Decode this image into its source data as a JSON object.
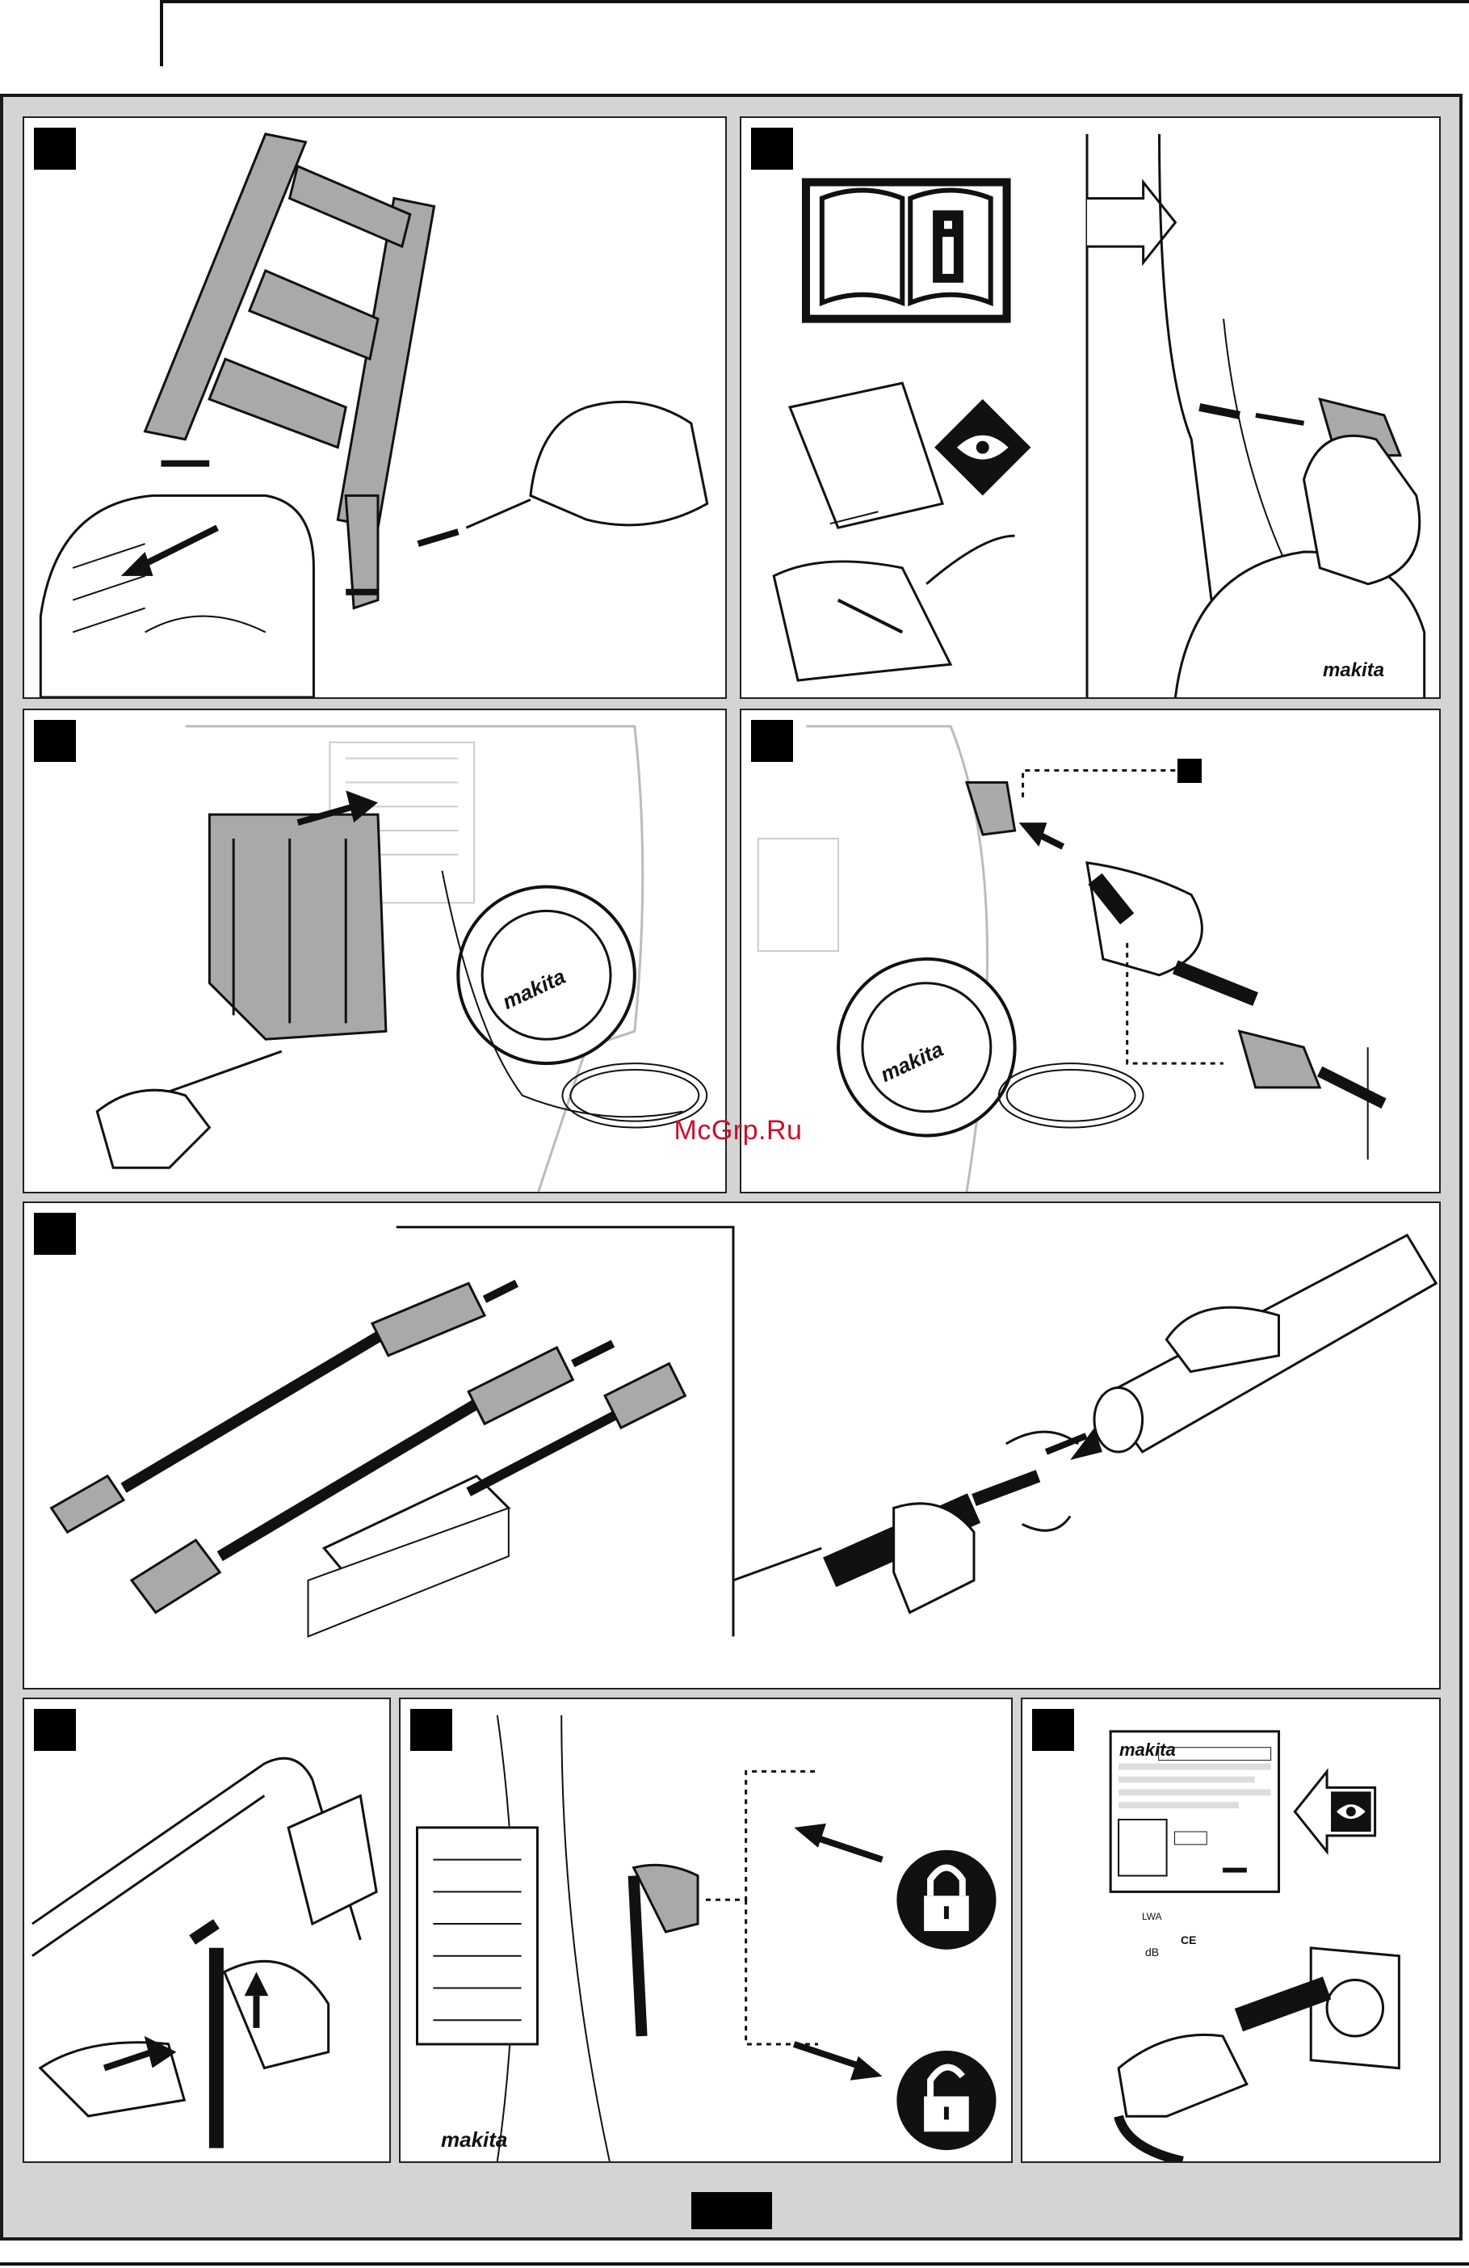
{
  "watermark": "McGrp.Ru",
  "brand_text": "makita",
  "label_texts": {
    "lwa": "LWA",
    "db": "dB",
    "ce": "CE"
  },
  "icons": [
    "manual-info-icon",
    "eye-icon",
    "padlock-closed-icon",
    "padlock-open-icon",
    "arrow-icon"
  ],
  "colors": {
    "panel_background": "#d4d4d4",
    "border": "#1a1a1a",
    "watermark": "#c8102e",
    "gray_part": "#a9a9a9"
  }
}
